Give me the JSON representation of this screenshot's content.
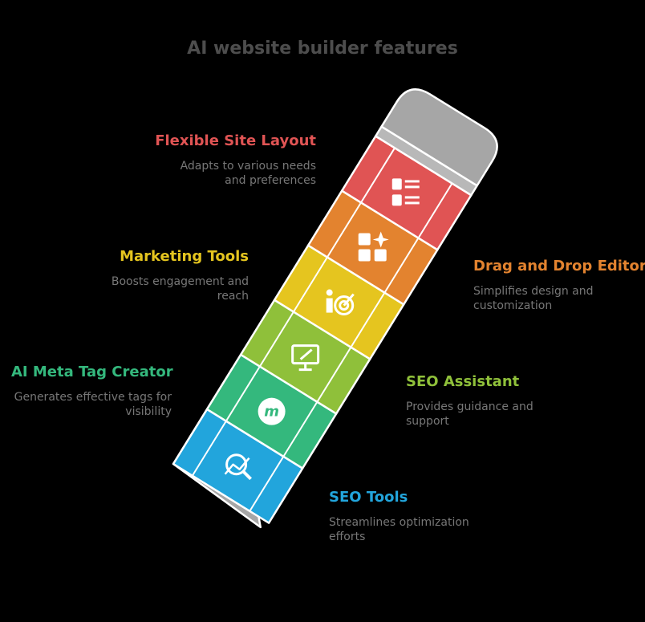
{
  "title": "AI website builder features",
  "features": [
    {
      "name": "Flexible Site Layout",
      "desc_l1": "Adapts to various needs",
      "desc_l2": "and preferences",
      "color": "#e05454",
      "icon": "layout-grid-icon"
    },
    {
      "name": "Drag and Drop Editor",
      "desc_l1": "Simplifies design and",
      "desc_l2": "customization",
      "color": "#e3832f",
      "icon": "widgets-sparkle-icon"
    },
    {
      "name": "Marketing Tools",
      "desc_l1": "Boosts engagement and",
      "desc_l2": "reach",
      "color": "#e5c51f",
      "icon": "person-target-icon"
    },
    {
      "name": "SEO Assistant",
      "desc_l1": "Provides guidance and",
      "desc_l2": "support",
      "color": "#8fc03a",
      "icon": "monitor-pen-icon"
    },
    {
      "name": "AI Meta Tag Creator",
      "desc_l1": "Generates effective tags for",
      "desc_l2": "visibility",
      "color": "#34b87d",
      "icon": "m-badge-icon"
    },
    {
      "name": "SEO Tools",
      "desc_l1": "Streamlines optimization",
      "desc_l2": "efforts",
      "color": "#22a5dc",
      "icon": "chart-magnifier-icon"
    }
  ]
}
